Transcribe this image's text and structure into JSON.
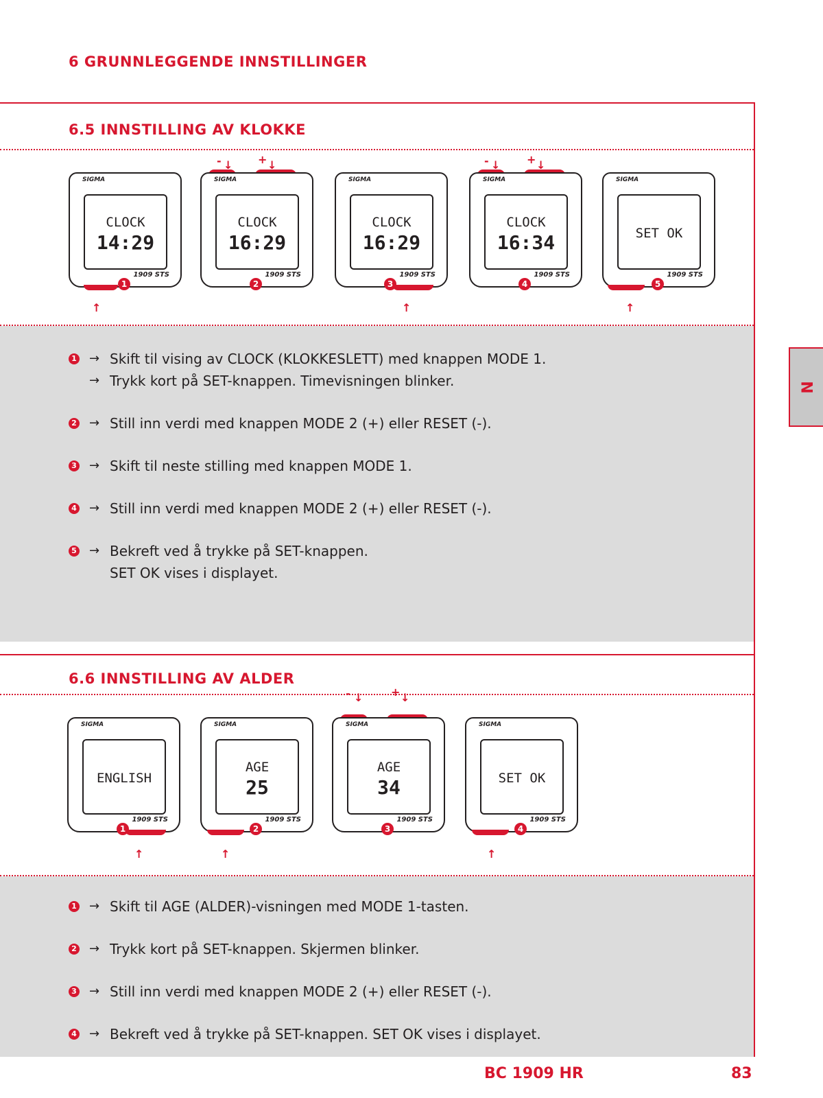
{
  "chapter_title": "6 GRUNNLEGGENDE INNSTILLINGER",
  "section_clock": {
    "title": "6.5 INNSTILLING AV KLOKKE",
    "devices": [
      {
        "brand": "SIGMA",
        "model": "1909 STS",
        "line1": "CLOCK",
        "line2": "14:29",
        "num": "1"
      },
      {
        "brand": "SIGMA",
        "model": "1909 STS",
        "line1": "CLOCK",
        "line2": "16:29",
        "num": "2"
      },
      {
        "brand": "SIGMA",
        "model": "1909 STS",
        "line1": "CLOCK",
        "line2": "16:29",
        "num": "3"
      },
      {
        "brand": "SIGMA",
        "model": "1909 STS",
        "line1": "CLOCK",
        "line2": "16:34",
        "num": "4"
      },
      {
        "brand": "SIGMA",
        "model": "1909 STS",
        "line1": "SET OK",
        "line2": "",
        "num": "5"
      }
    ],
    "steps": [
      {
        "num": "1",
        "lines": [
          "Skift til vising av CLOCK (KLOKKESLETT) med knappen MODE 1.",
          "Trykk kort på SET-knappen. Timevisningen blinker."
        ]
      },
      {
        "num": "2",
        "lines": [
          "Still inn verdi med knappen MODE 2 (+) eller RESET (-)."
        ]
      },
      {
        "num": "3",
        "lines": [
          "Skift til neste stilling med knappen MODE 1."
        ]
      },
      {
        "num": "4",
        "lines": [
          "Still inn verdi med knappen MODE 2 (+) eller RESET (-)."
        ]
      },
      {
        "num": "5",
        "lines": [
          "Bekreft ved å trykke på SET-knappen.",
          "SET OK vises i displayet."
        ]
      }
    ]
  },
  "section_age": {
    "title": "6.6 INNSTILLING AV ALDER",
    "devices": [
      {
        "brand": "SIGMA",
        "model": "1909 STS",
        "line1": "ENGLISH",
        "line2": "",
        "num": "1"
      },
      {
        "brand": "SIGMA",
        "model": "1909 STS",
        "line1": "AGE",
        "line2": "25",
        "num": "2"
      },
      {
        "brand": "SIGMA",
        "model": "1909 STS",
        "line1": "AGE",
        "line2": "34",
        "num": "3"
      },
      {
        "brand": "SIGMA",
        "model": "1909 STS",
        "line1": "SET OK",
        "line2": "",
        "num": "4"
      }
    ],
    "steps": [
      {
        "num": "1",
        "lines": [
          "Skift til AGE (ALDER)-visningen med MODE 1-tasten."
        ]
      },
      {
        "num": "2",
        "lines": [
          "Trykk kort på SET-knappen. Skjermen blinker."
        ]
      },
      {
        "num": "3",
        "lines": [
          "Still inn verdi med knappen MODE 2 (+) eller RESET (-)."
        ]
      },
      {
        "num": "4",
        "lines": [
          "Bekreft ved å trykke på SET-knappen. SET OK vises i displayet."
        ]
      }
    ]
  },
  "button_labels": {
    "minus": "-",
    "plus": "+"
  },
  "side_tab": "N",
  "footer": {
    "model": "BC 1909 HR",
    "page": "83"
  },
  "colors": {
    "accent": "#d7172f",
    "panel": "#dcdcdc"
  }
}
